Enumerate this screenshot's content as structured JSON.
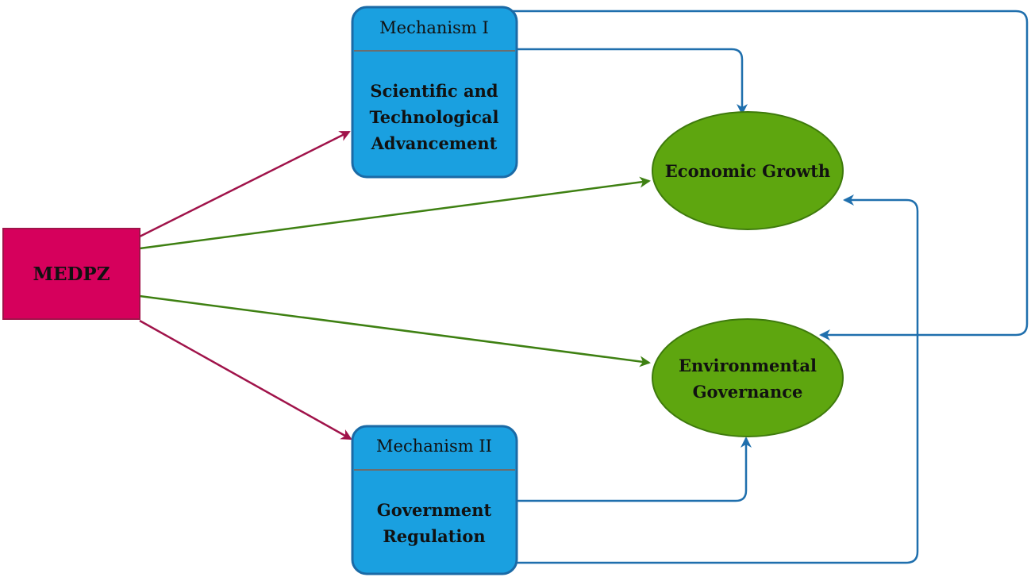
{
  "nodes": {
    "medpz": {
      "label": "MEDPZ",
      "color": "#d6005c"
    },
    "mechanism1": {
      "header": "Mechanism I",
      "body_lines": [
        "Scientific and",
        "Technological",
        "Advancement"
      ],
      "color": "#1aa0e0"
    },
    "mechanism2": {
      "header": "Mechanism II",
      "body_lines": [
        "Government",
        "Regulation"
      ],
      "color": "#1aa0e0"
    },
    "economic_growth": {
      "label": "Economic Growth",
      "color": "#5ea60f"
    },
    "environmental_governance": {
      "lines": [
        "Environmental",
        "Governance"
      ],
      "color": "#5ea60f"
    }
  },
  "edges": [
    {
      "from": "medpz",
      "to": "mechanism1",
      "color": "#a0134a"
    },
    {
      "from": "medpz",
      "to": "mechanism2",
      "color": "#a0134a"
    },
    {
      "from": "medpz",
      "to": "economic_growth",
      "color": "#3e8012"
    },
    {
      "from": "medpz",
      "to": "environmental_governance",
      "color": "#3e8012"
    },
    {
      "from": "mechanism1",
      "to": "economic_growth",
      "color": "#1f6fad"
    },
    {
      "from": "mechanism1",
      "to": "environmental_governance",
      "color": "#1f6fad"
    },
    {
      "from": "mechanism2",
      "to": "environmental_governance",
      "color": "#1f6fad"
    },
    {
      "from": "mechanism2",
      "to": "economic_growth",
      "color": "#1f6fad"
    }
  ]
}
